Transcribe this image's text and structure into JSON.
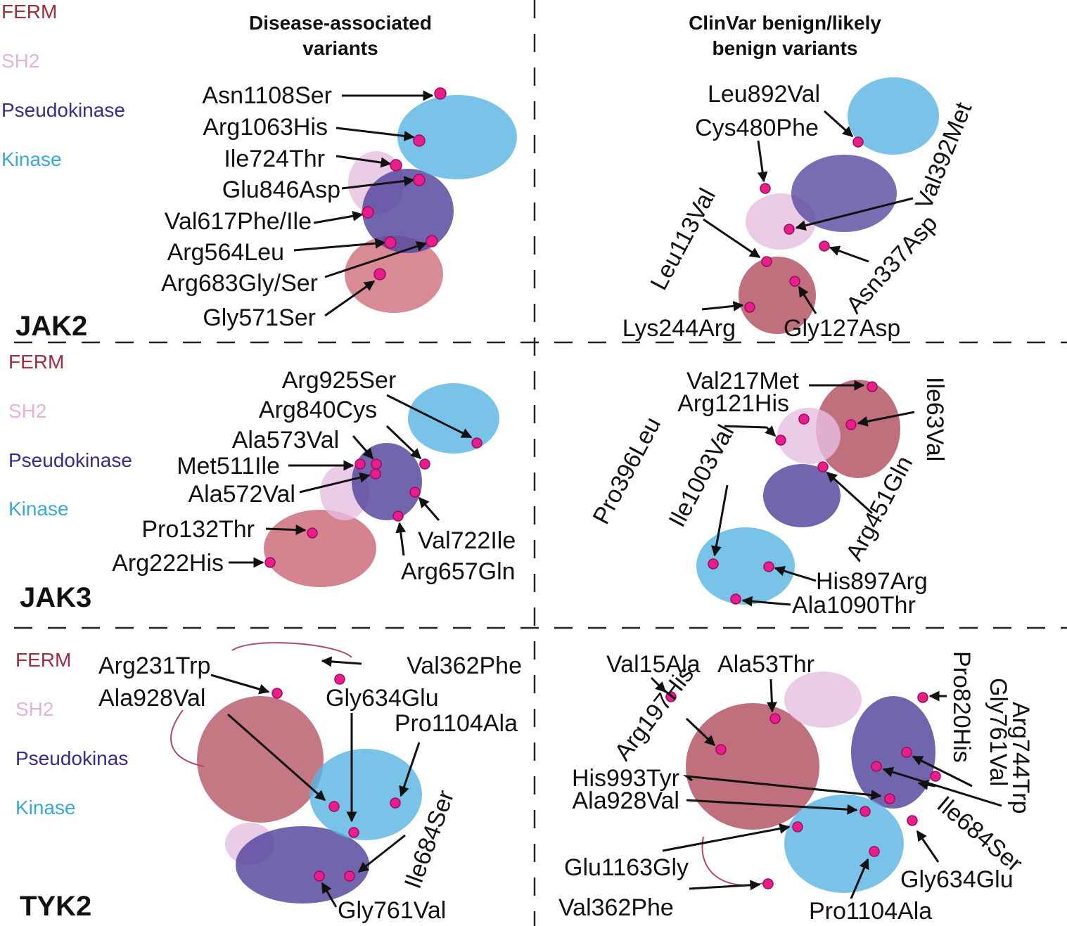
{
  "headers": {
    "disease": [
      "Disease-associated",
      "variants"
    ],
    "benign": [
      "ClinVar benign/likely",
      "benign variants"
    ]
  },
  "legend": {
    "ferm": "FERM",
    "sh2": "SH2",
    "pseudokinase": "Pseudokinase",
    "pseudokinase_tyk2": "Pseudokinas",
    "kinase": "Kinase"
  },
  "colors": {
    "ferm": "#a32c3f",
    "sh2": "#e2b4dc",
    "pseudokinase": "#3b2a8e",
    "kinase": "#3aa7dc",
    "site": "#e91e8c",
    "linker": "#e8d4a0"
  },
  "proteins": {
    "jak2": "JAK2",
    "jak3": "JAK3",
    "tyk2": "TYK2"
  },
  "jak2_disease": [
    "Asn1108Ser",
    "Arg1063His",
    "Ile724Thr",
    "Glu846Asp",
    "Val617Phe/Ile",
    "Arg564Leu",
    "Arg683Gly/Ser",
    "Gly571Ser"
  ],
  "jak2_benign": [
    "Leu892Val",
    "Cys480Phe",
    "Val392Met",
    "Leu113Val",
    "Asn337Asp",
    "Lys244Arg",
    "Gly127Asp"
  ],
  "jak3_disease": [
    "Arg925Ser",
    "Arg840Cys",
    "Ala573Val",
    "Met511Ile",
    "Ala572Val",
    "Pro132Thr",
    "Arg222His",
    "Val722Ile",
    "Arg657Gln"
  ],
  "jak3_benign": [
    "Val217Met",
    "Arg121His",
    "Ile63Val",
    "Pro396Leu",
    "Ile1003Val",
    "Arg451Gln",
    "His897Arg",
    "Ala1090Thr"
  ],
  "tyk2_disease": [
    "Arg231Trp",
    "Val362Phe",
    "Ala928Val",
    "Gly634Glu",
    "Pro1104Ala",
    "Ile684Ser",
    "Gly761Val"
  ],
  "tyk2_benign": [
    "Val15Ala",
    "Ala53Thr",
    "Arg197His",
    "Pro820His",
    "Gly761Val",
    "Arg744Trp",
    "His993Tyr",
    "Ala928Val",
    "Ile684Ser",
    "Glu1163Gly",
    "Gly634Glu",
    "Val362Phe",
    "Pro1104Ala"
  ]
}
